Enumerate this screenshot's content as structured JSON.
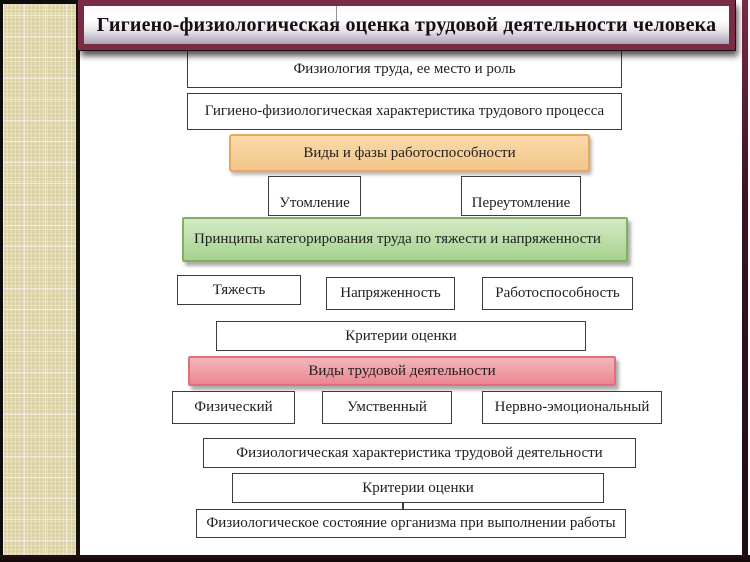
{
  "slide": {
    "title": "Гигиено-физиологическая оценка трудовой деятельности человека"
  },
  "diagram": {
    "nodes": [
      {
        "id": "physiology-of-labor",
        "label": "Физиология труда, ее место и роль",
        "variant": "plain"
      },
      {
        "id": "hygiene-characteristic",
        "label": "Гигиено-физиологическая характеристика трудового процесса",
        "variant": "plain"
      },
      {
        "id": "types-phases-capacity",
        "label": "Виды и фазы работоспособности",
        "variant": "orange"
      },
      {
        "id": "fatigue",
        "label": "Утомление",
        "variant": "plain"
      },
      {
        "id": "overfatigue",
        "label": "Переутомление",
        "variant": "plain"
      },
      {
        "id": "categorization-principles",
        "label": "Принципы категорирования труда по тяжести и напряженности",
        "variant": "green"
      },
      {
        "id": "severity",
        "label": "Тяжесть",
        "variant": "plain"
      },
      {
        "id": "intensity",
        "label": "Напряженность",
        "variant": "plain"
      },
      {
        "id": "working-capacity",
        "label": "Работоспособность",
        "variant": "plain"
      },
      {
        "id": "evaluation-criteria-1",
        "label": "Критерии оценки",
        "variant": "plain"
      },
      {
        "id": "labor-activity-types",
        "label": "Виды трудовой деятельности",
        "variant": "red"
      },
      {
        "id": "physical",
        "label": "Физический",
        "variant": "plain"
      },
      {
        "id": "mental",
        "label": "Умственный",
        "variant": "plain"
      },
      {
        "id": "nervous-emotional",
        "label": "Нервно-эмоциональный",
        "variant": "plain"
      },
      {
        "id": "physiological-characteristic",
        "label": "Физиологическая характеристика трудовой деятельности",
        "variant": "plain"
      },
      {
        "id": "evaluation-criteria-2",
        "label": "Критерии оценки",
        "variant": "plain"
      },
      {
        "id": "physiological-state",
        "label": "Физиологическое состояние организма при выполнении работы",
        "variant": "plain"
      }
    ]
  },
  "colors": {
    "frame_maroon": "#7b2b44",
    "band_beige": "#dcd2a9",
    "text_dark": "#1f1f1f",
    "box_border": "#3c3c3c",
    "orange_fill_top": "#fbdaa9",
    "orange_fill_bottom": "#f2c68b",
    "orange_border": "#e9a65c",
    "green_fill_top": "#d4ebc6",
    "green_fill_bottom": "#a6d28e",
    "green_border": "#7fb161",
    "red_fill_top": "#f4b6bc",
    "red_fill_bottom": "#ea8791",
    "red_border": "#df6f79"
  }
}
